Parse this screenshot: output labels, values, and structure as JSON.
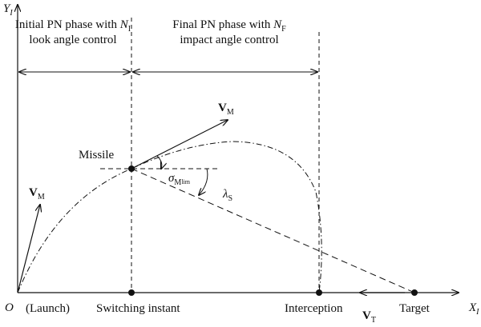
{
  "axes": {
    "y_symbol": "Y",
    "y_sub": "I",
    "x_symbol": "X",
    "x_sub": "I",
    "origin": "O"
  },
  "phases": {
    "initial_line1": "Initial PN phase with",
    "initial_n": "N",
    "initial_n_sub": "I",
    "initial_line2": "look angle control",
    "final_line1": "Final PN phase with",
    "final_n": "N",
    "final_n_sub": "F",
    "final_line2": "impact angle control"
  },
  "labels": {
    "missile": "Missile",
    "vm_symbol": "V",
    "vm_sub": "M",
    "vt_symbol": "V",
    "vt_sub": "T",
    "sigma_symbol": "σ",
    "sigma_sub": "M",
    "sigma_subsub": "lim",
    "lambda_symbol": "λ",
    "lambda_sub": "S"
  },
  "bottom_labels": {
    "launch": "(Launch)",
    "switching": "Switching instant",
    "interception": "Interception",
    "target": "Target"
  },
  "colors": {
    "ink": "#111111",
    "background": "#ffffff"
  }
}
